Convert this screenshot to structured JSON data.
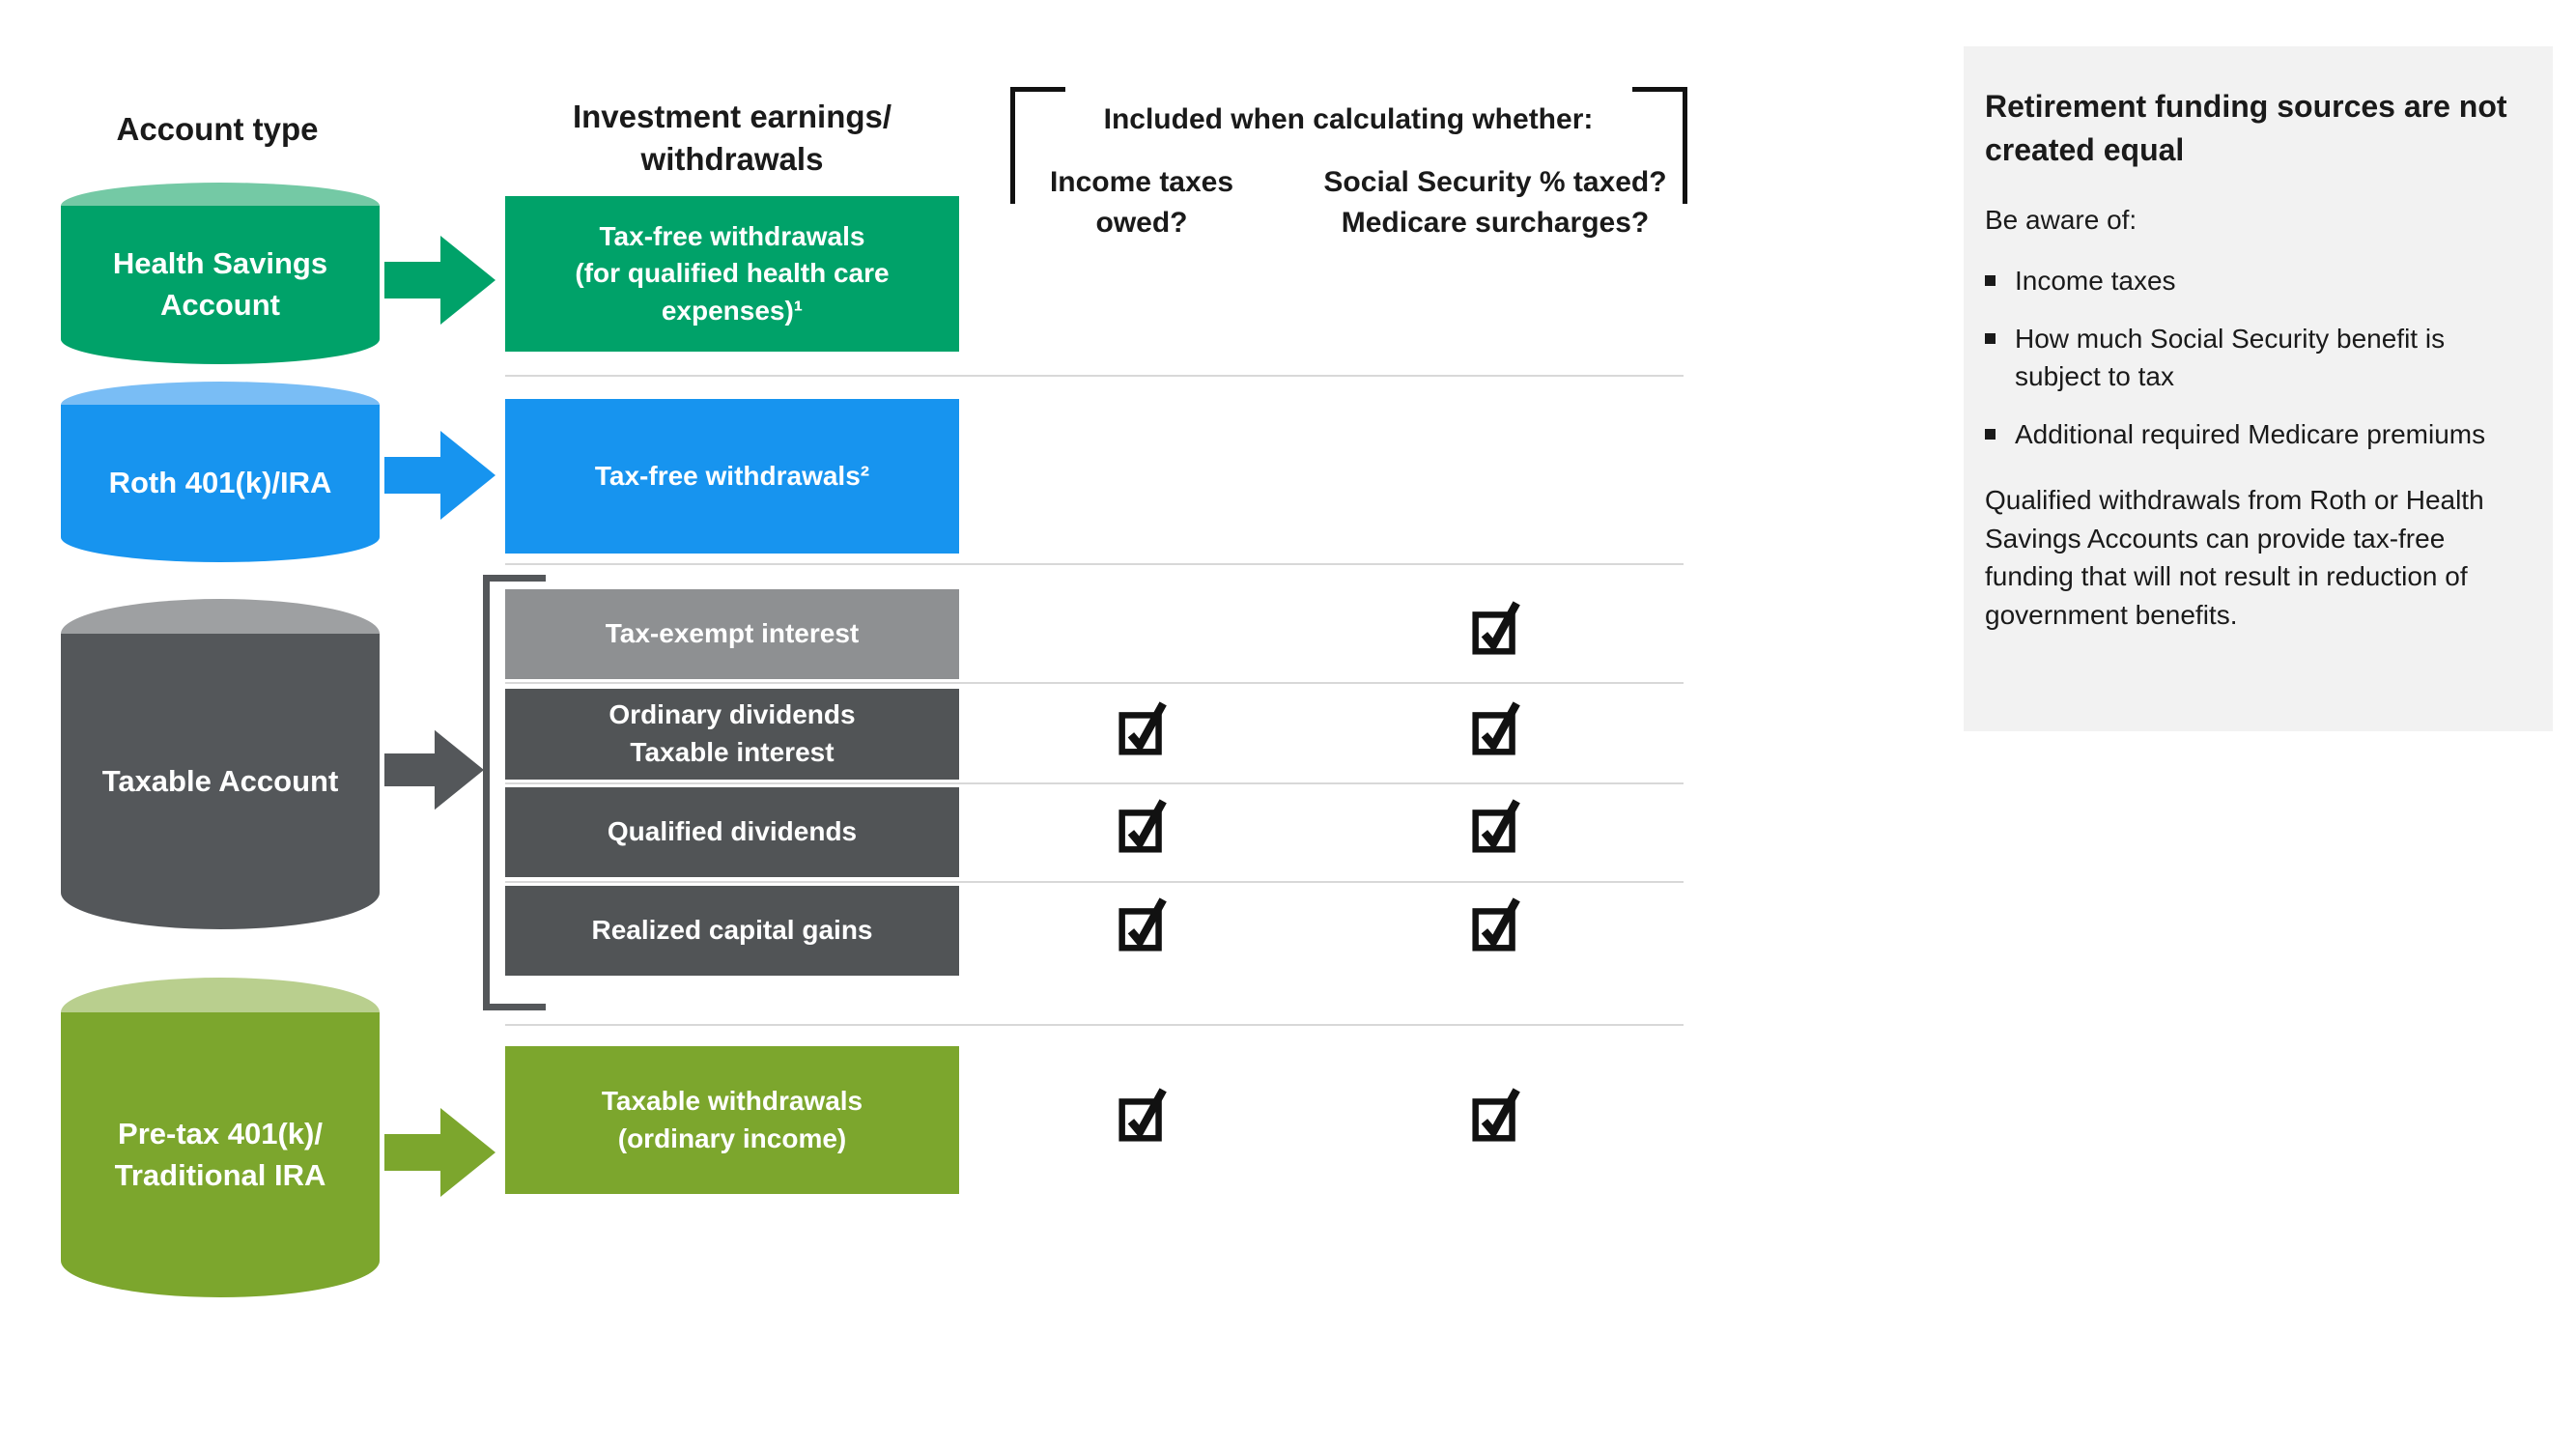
{
  "palette": {
    "green": "#00a269",
    "green_light": "#74c9a5",
    "blue": "#1794ef",
    "blue_light": "#79bdf5",
    "gray_dark": "#54575a",
    "gray_light": "#9ea0a2",
    "box_gray_dark": "#515456",
    "box_gray_light": "#8e9092",
    "olive": "#7ca62d",
    "olive_light": "#b9cf8e",
    "divider": "#d8d8d8",
    "panel_bg": "#f2f2f2",
    "check_black": "#111111"
  },
  "headers": {
    "account_type": "Account type",
    "earnings": "Investment earnings/\nwithdrawals",
    "included": "Included when calculating whether:",
    "col1": "Income taxes\nowed?",
    "col2": "Social Security % taxed?\nMedicare surcharges?"
  },
  "accounts": [
    {
      "label": "Health Savings\nAccount"
    },
    {
      "label": "Roth 401(k)/IRA"
    },
    {
      "label": "Taxable Account"
    },
    {
      "label": "Pre-tax 401(k)/\nTraditional IRA"
    }
  ],
  "rows": [
    {
      "label": "Tax-free withdrawals\n(for qualified health care\nexpenses)¹",
      "income_tax_check": false,
      "ss_medicare_check": false
    },
    {
      "label": "Tax-free withdrawals²",
      "income_tax_check": false,
      "ss_medicare_check": false
    },
    {
      "label": "Tax-exempt interest",
      "income_tax_check": false,
      "ss_medicare_check": true
    },
    {
      "label": "Ordinary dividends\nTaxable interest",
      "income_tax_check": true,
      "ss_medicare_check": true
    },
    {
      "label": "Qualified dividends",
      "income_tax_check": true,
      "ss_medicare_check": true
    },
    {
      "label": "Realized capital gains",
      "income_tax_check": true,
      "ss_medicare_check": true
    },
    {
      "label": "Taxable withdrawals\n(ordinary income)",
      "income_tax_check": true,
      "ss_medicare_check": true
    }
  ],
  "side_panel": {
    "title": "Retirement funding sources are not created equal",
    "intro": "Be aware of:",
    "bullets": [
      "Income taxes",
      "How much Social Security benefit is subject to tax",
      "Additional required Medicare premiums"
    ],
    "note": "Qualified withdrawals from Roth or Health Savings Accounts can provide tax-free funding that will not result in reduction of government benefits."
  }
}
